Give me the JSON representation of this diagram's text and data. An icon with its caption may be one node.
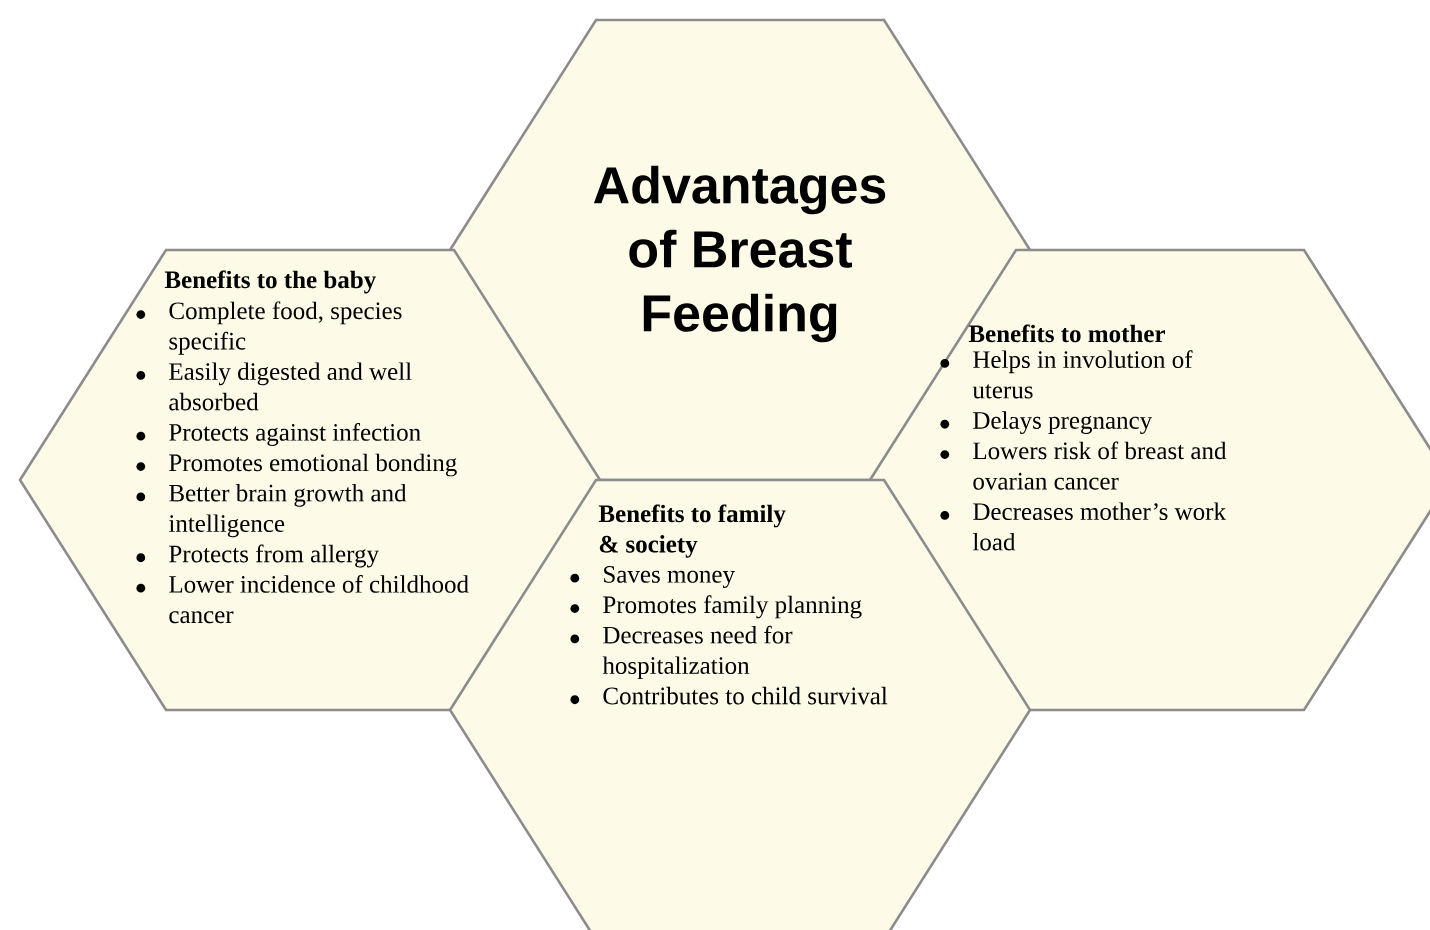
{
  "diagram": {
    "nodes": [
      {
        "text": [
          "Advantages of Breast Feeding"
        ]
      },
      {
        "text": [
          "Benefits to the baby",
          "Complete food, species specific",
          "Easily digested and well absorbed",
          "Protects against infection",
          "Promotes emotional bonding",
          "Better brain growth and intelligence",
          "Protects from allergy",
          "Lower incidence of childhood cancer"
        ]
      },
      {
        "text": [
          "Benefits to mother",
          "Helps in involution of uterus",
          "Delays pregnancy",
          "Lowers risk of breast and ovarian cancer",
          "Decreases mother’s work load"
        ]
      },
      {
        "text": [
          "Benefits to family & society",
          "Saves money",
          "Promotes family planning",
          "Decreases need for hospitalization",
          "Contributes to child survival"
        ]
      }
    ]
  }
}
